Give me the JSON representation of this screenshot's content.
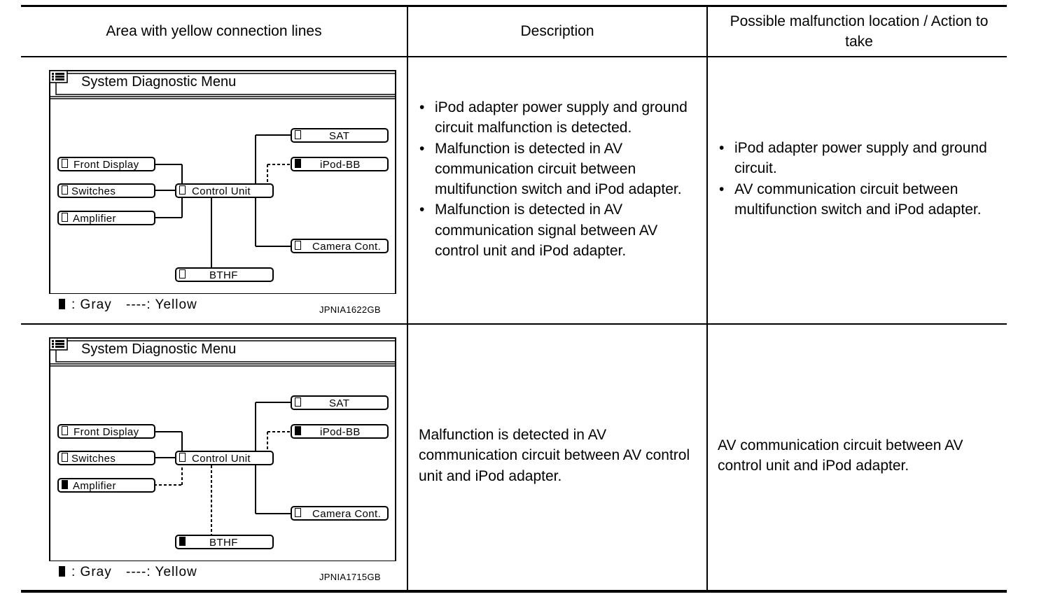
{
  "header": {
    "col1": "Area with yellow connection lines",
    "col2": "Description",
    "col3": "Possible malfunction location / Action to take"
  },
  "legend": {
    "gray_label": ": Gray",
    "yellow_label": ": Yellow"
  },
  "rows": [
    {
      "diagram": {
        "title": "System Diagnostic Menu",
        "nodes": {
          "front_display": "Front Display",
          "switches": "Switches",
          "amplifier": "Amplifier",
          "control_unit": "Control Unit",
          "sat": "SAT",
          "ipod_bb": "iPod-BB",
          "camera_cont": "Camera Cont.",
          "bthf": "BTHF"
        },
        "gray_nodes": [
          "ipod_bb"
        ],
        "code": "JPNIA1622GB"
      },
      "description": [
        "iPod adapter power supply and ground circuit malfunction is detected.",
        "Malfunction is detected in AV communication circuit between multifunction switch and iPod adapter.",
        "Malfunction is detected in AV communication signal between AV control unit and iPod adapter."
      ],
      "action": [
        "iPod adapter power supply and ground circuit.",
        "AV communication circuit between multifunction switch and iPod adapter."
      ]
    },
    {
      "diagram": {
        "title": "System Diagnostic Menu",
        "nodes": {
          "front_display": "Front Display",
          "switches": "Switches",
          "amplifier": "Amplifier",
          "control_unit": "Control Unit",
          "sat": "SAT",
          "ipod_bb": "iPod-BB",
          "camera_cont": "Camera Cont.",
          "bthf": "BTHF"
        },
        "gray_nodes": [
          "ipod_bb",
          "amplifier",
          "bthf"
        ],
        "code": "JPNIA1715GB"
      },
      "description": "Malfunction is detected in AV communication circuit between AV control unit and iPod adapter.",
      "action": "AV communication circuit between AV control unit and iPod adapter."
    }
  ]
}
